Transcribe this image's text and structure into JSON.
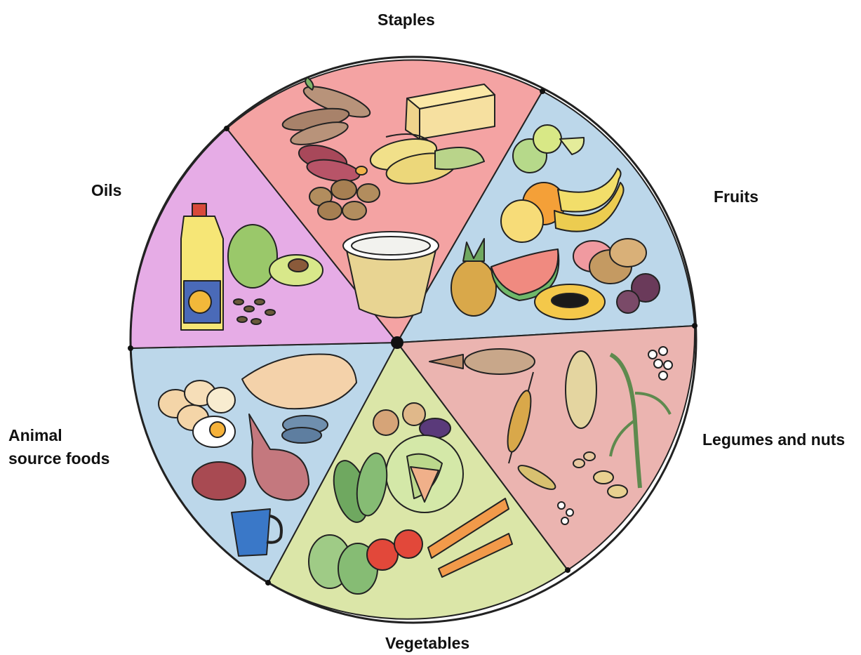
{
  "labels": {
    "staples": "Staples",
    "fruits": "Fruits",
    "legumes": "Legumes and nuts",
    "vegetables": "Vegetables",
    "animal_line1": "Animal",
    "animal_line2": "source foods",
    "oils": "Oils"
  },
  "segments": [
    {
      "id": "staples",
      "color": "#f4a3a3",
      "items": [
        "cassava-icon",
        "cheese-block-icon",
        "maize-icon",
        "sweet-potato-icon",
        "potatoes-icon",
        "porridge-bowl-icon"
      ]
    },
    {
      "id": "fruits",
      "color": "#bcd7ea",
      "items": [
        "lime-icon",
        "orange-icon",
        "banana-icon",
        "pineapple-icon",
        "watermelon-icon",
        "mango-icon",
        "papaya-icon",
        "passion-fruit-icon"
      ]
    },
    {
      "id": "legumes",
      "color": "#ebb4b0",
      "items": [
        "groundnut-pod-icon",
        "wheat-icon",
        "sorghum-icon",
        "sugarcane-icon",
        "beans-icon",
        "peas-icon"
      ]
    },
    {
      "id": "vegetables",
      "color": "#dbe6a8",
      "items": [
        "onion-icon",
        "eggplant-icon",
        "cabbage-icon",
        "pumpkin-icon",
        "spinach-icon",
        "tomato-icon",
        "carrot-icon"
      ]
    },
    {
      "id": "animal",
      "color": "#bcd7ea",
      "items": [
        "eggs-icon",
        "fried-egg-icon",
        "chicken-icon",
        "fish-icon",
        "meat-leg-icon",
        "steak-icon",
        "milk-mug-icon"
      ]
    },
    {
      "id": "oils",
      "color": "#e6ace6",
      "items": [
        "oil-bottle-icon",
        "avocado-icon",
        "seeds-icon"
      ]
    }
  ]
}
